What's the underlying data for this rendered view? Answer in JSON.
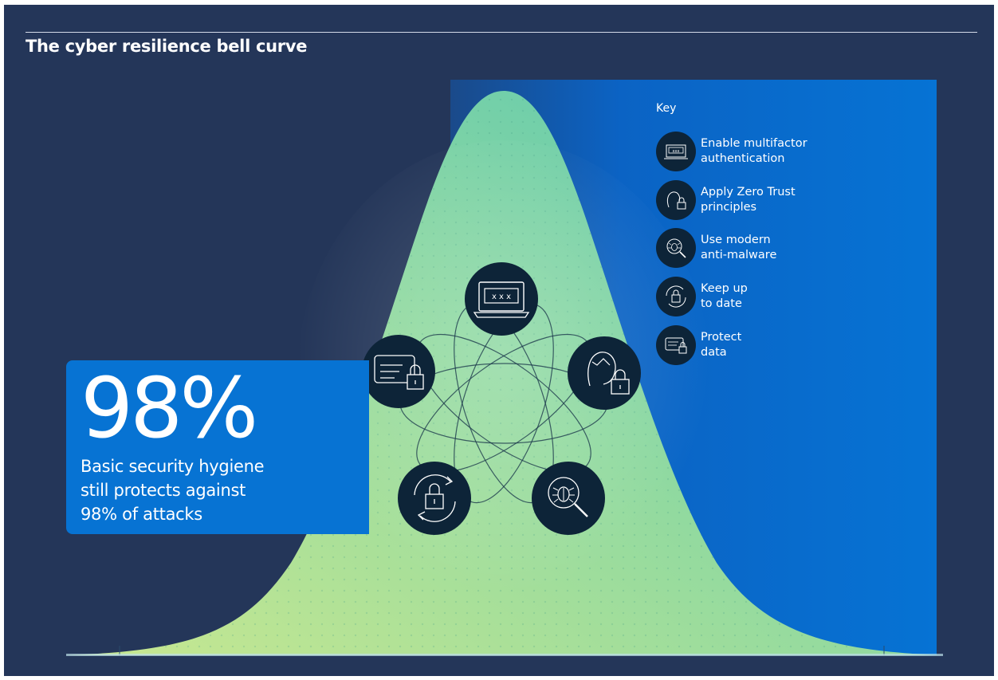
{
  "title": "The cyber resilience bell curve",
  "stat": {
    "number": "98%",
    "caption_lines": [
      "Basic security hygiene",
      "still protects against",
      "98% of attacks"
    ]
  },
  "key": {
    "heading": "Key",
    "items": [
      {
        "icon": "laptop-password-icon",
        "lines": [
          "Enable multifactor",
          "authentication"
        ]
      },
      {
        "icon": "user-lock-icon",
        "lines": [
          "Apply Zero Trust",
          "principles"
        ]
      },
      {
        "icon": "bug-magnifier-icon",
        "lines": [
          "Use modern",
          "anti-malware"
        ]
      },
      {
        "icon": "lock-refresh-icon",
        "lines": [
          "Keep up",
          "to date"
        ]
      },
      {
        "icon": "document-lock-icon",
        "lines": [
          "Protect",
          "data"
        ]
      }
    ]
  },
  "colors": {
    "background": "#243659",
    "accent_blue": "#0773d3",
    "curve_light": "#c8e89a",
    "curve_teal": "#5fcbb0",
    "icon_circle": "#0d2438"
  }
}
